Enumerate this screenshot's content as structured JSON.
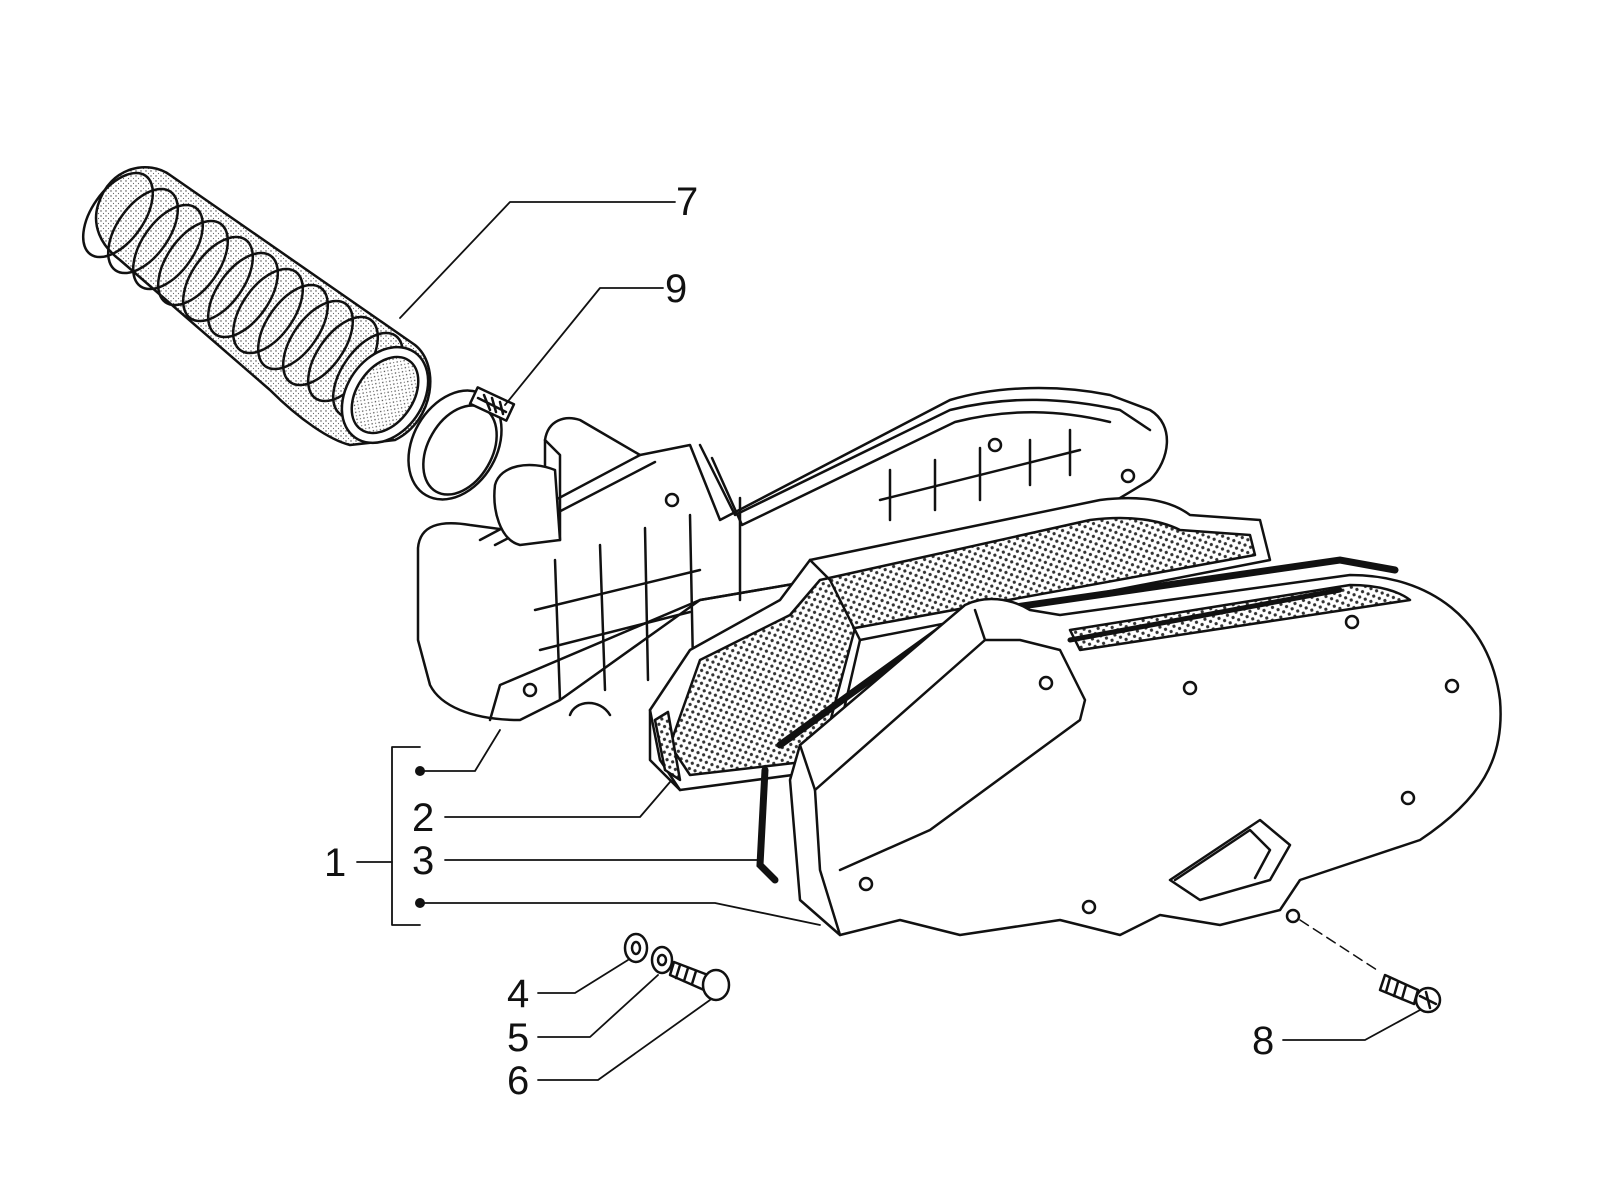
{
  "colors": {
    "ink": "#111111",
    "paper": "#ffffff",
    "mesh": "#555555"
  },
  "callouts": [
    {
      "id": "1",
      "label": "1"
    },
    {
      "id": "2",
      "label": "2"
    },
    {
      "id": "3",
      "label": "3"
    },
    {
      "id": "4",
      "label": "4"
    },
    {
      "id": "5",
      "label": "5"
    },
    {
      "id": "6",
      "label": "6"
    },
    {
      "id": "7",
      "label": "7"
    },
    {
      "id": "8",
      "label": "8"
    },
    {
      "id": "9",
      "label": "9"
    }
  ]
}
